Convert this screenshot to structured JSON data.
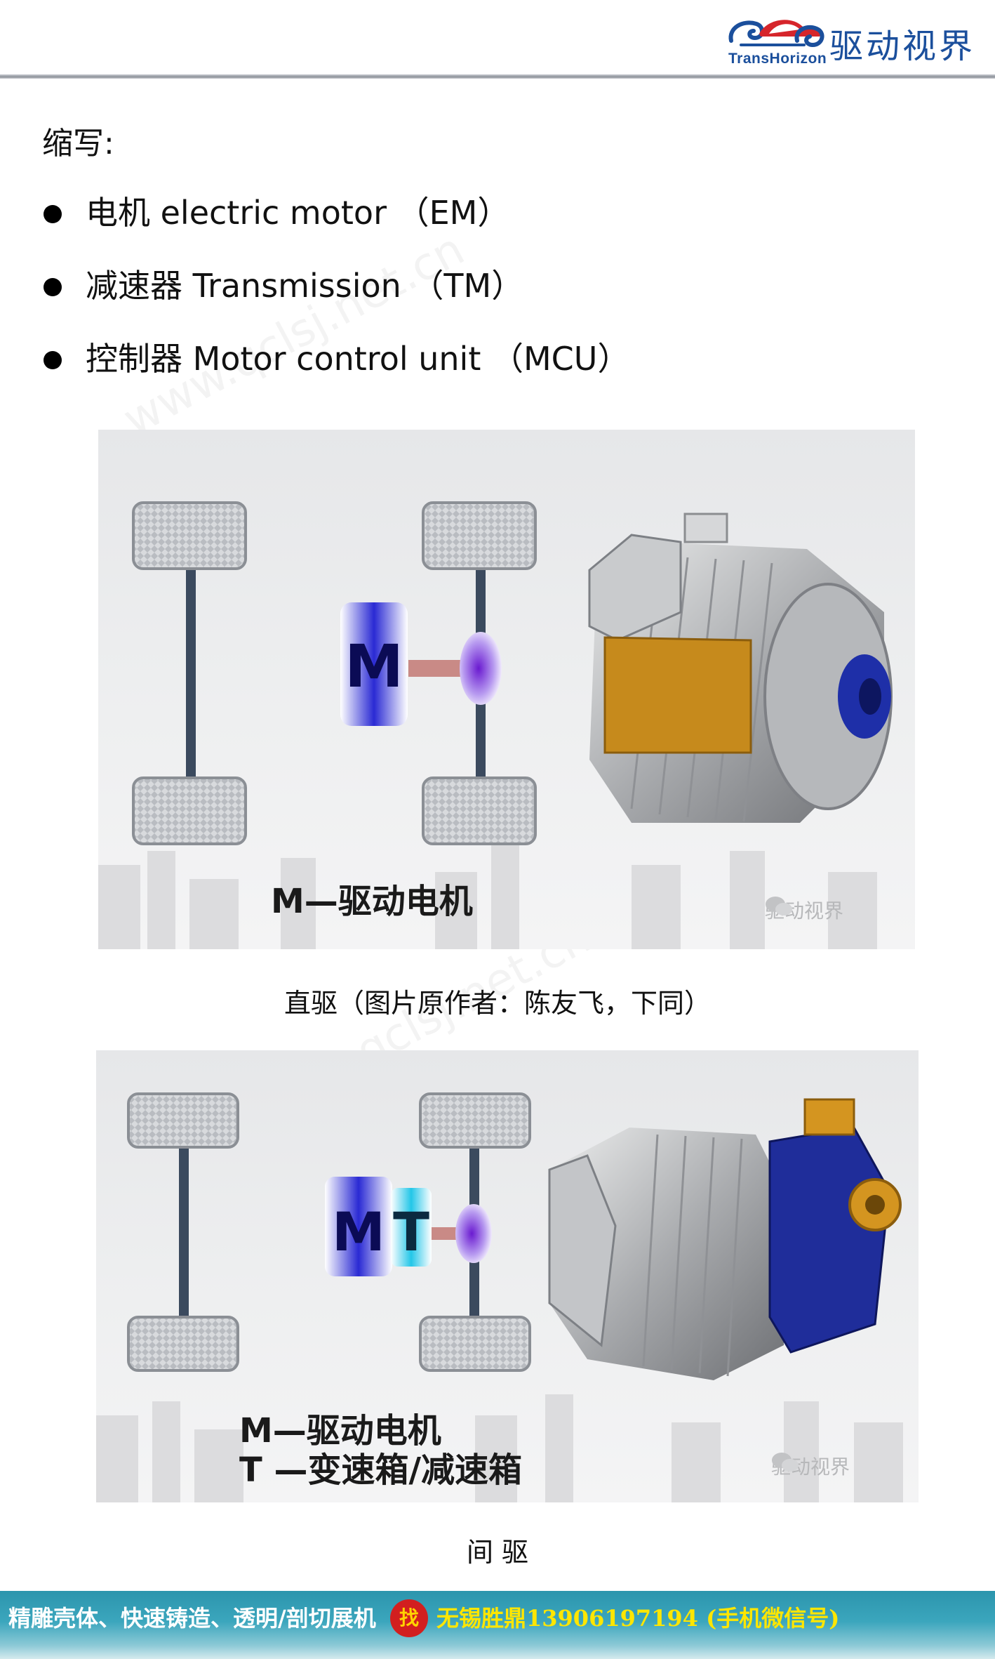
{
  "header": {
    "logo_en": "TransHorizon",
    "logo_cn": "驱动视界",
    "brand_color": "#1b4f9c"
  },
  "section_title": "缩写:",
  "bullets": [
    {
      "text": "电机 electric motor （EM）"
    },
    {
      "text": "减速器 Transmission （TM）"
    },
    {
      "text": "控制器 Motor control unit （MCU）"
    }
  ],
  "figures": [
    {
      "label_lines": [
        "M—驱动电机"
      ],
      "drive_blocks": [
        "M"
      ],
      "watermark": "驱动视界",
      "caption": "直驱（图片原作者：陈友飞，下同）"
    },
    {
      "label_lines": [
        "M—驱动电机",
        "T —变速箱/减速箱"
      ],
      "drive_blocks": [
        "M",
        "T"
      ],
      "watermark": "驱动视界",
      "caption": "间 驱"
    }
  ],
  "page_watermark": "www.qclsj.net.cn",
  "footer": {
    "text_left": "精雕壳体、快速铸造、透明/剖切展机",
    "badge": "找",
    "text_right": "无锡胜鼎13906197194 (手机微信号)",
    "bg_color": "#2c95ad",
    "highlight_color": "#ffe600"
  }
}
